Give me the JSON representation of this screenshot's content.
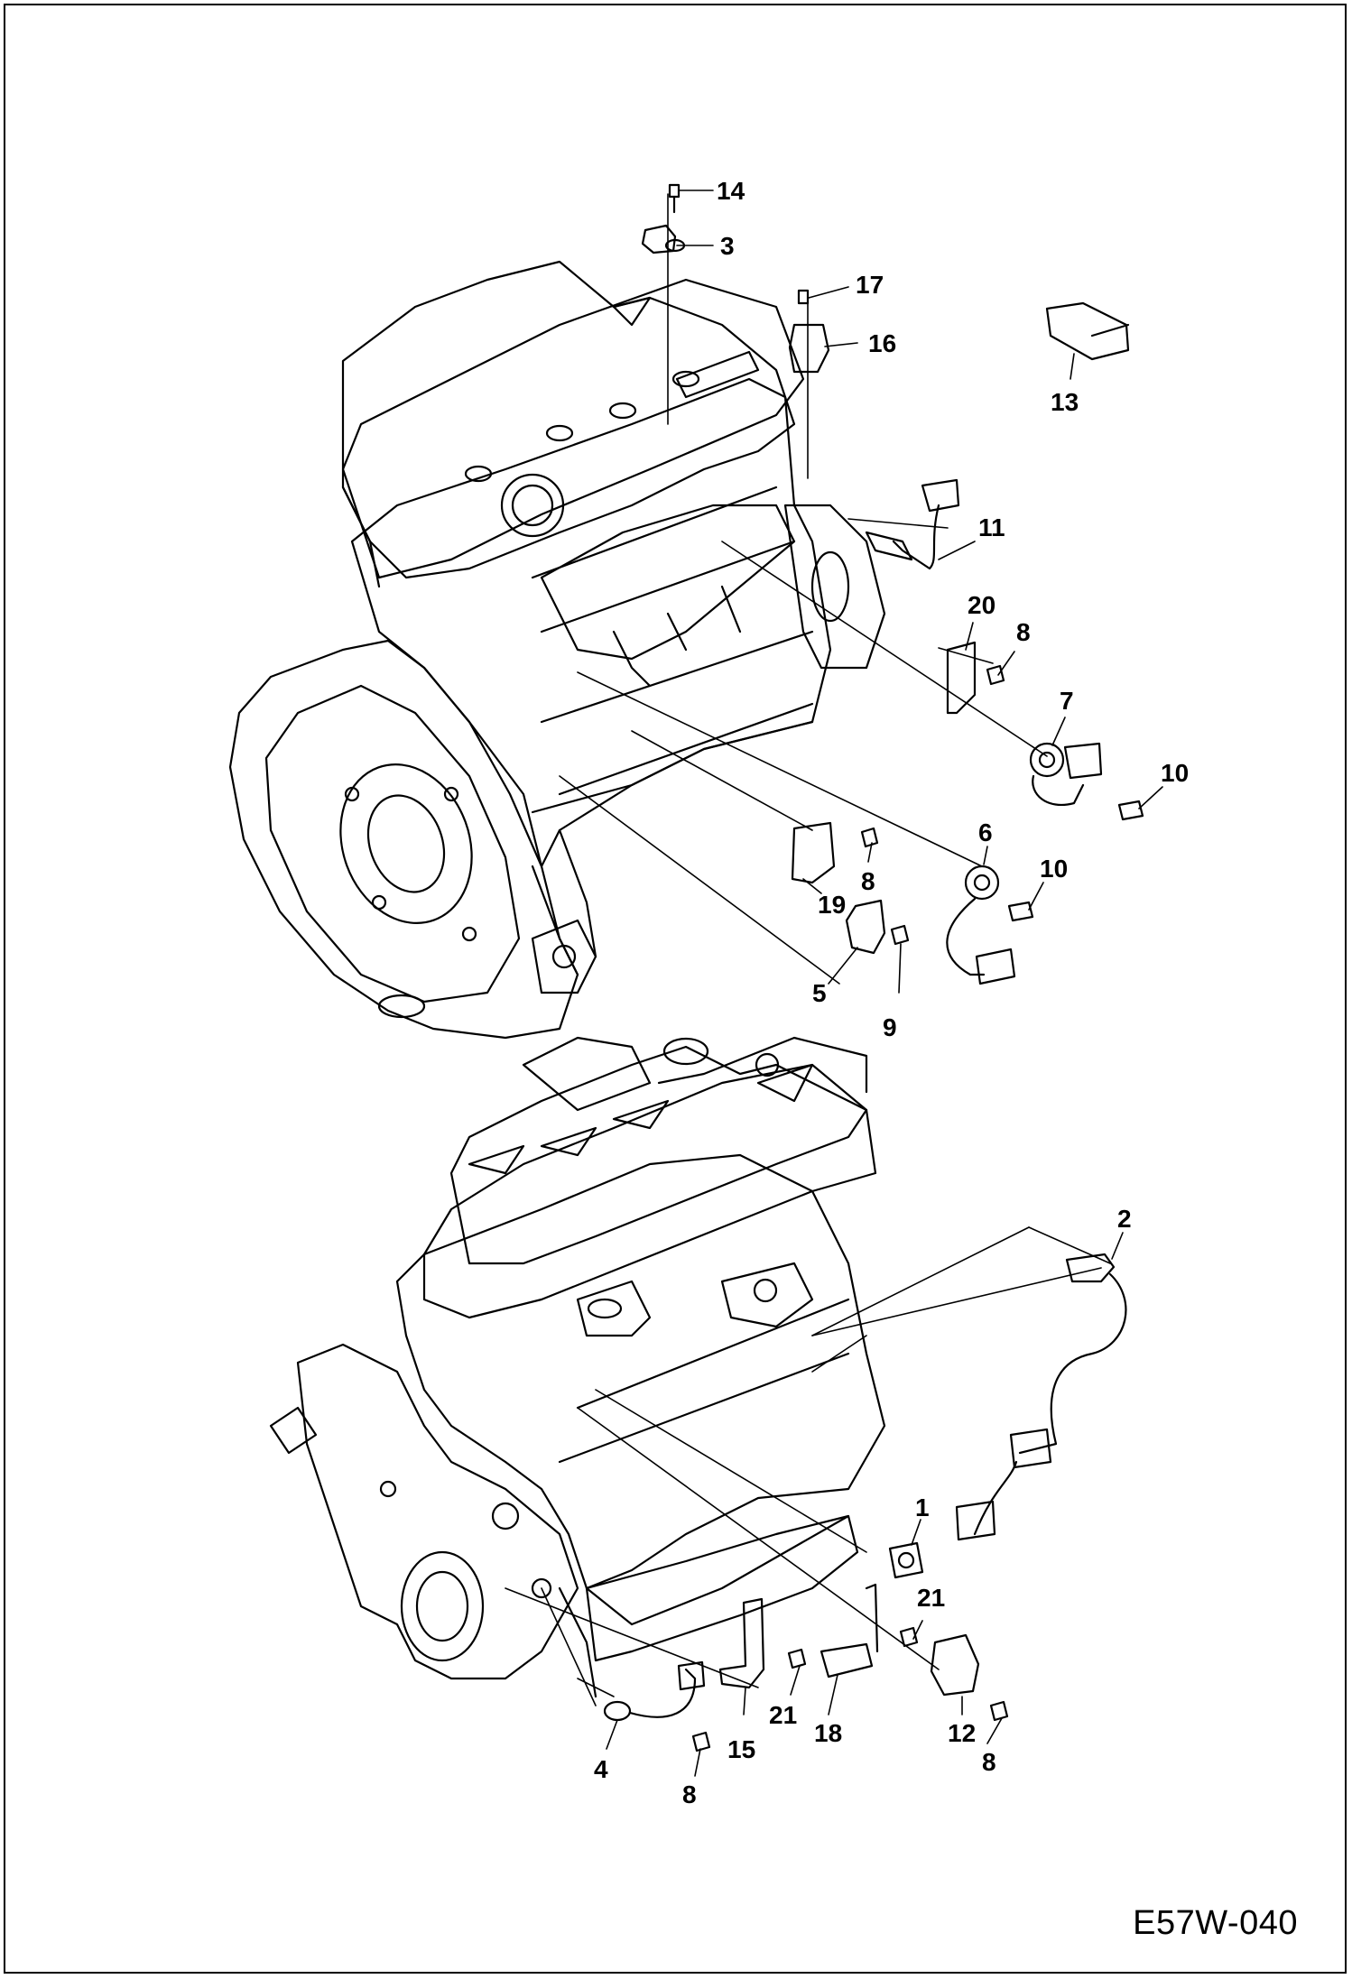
{
  "figure_code": "E57W-040",
  "callouts": [
    "14",
    "3",
    "17",
    "16",
    "13",
    "11",
    "20",
    "8",
    "7",
    "10",
    "6",
    "10",
    "8",
    "19",
    "5",
    "9",
    "2",
    "1",
    "21",
    "12",
    "8",
    "18",
    "21",
    "15",
    "4",
    "8"
  ]
}
